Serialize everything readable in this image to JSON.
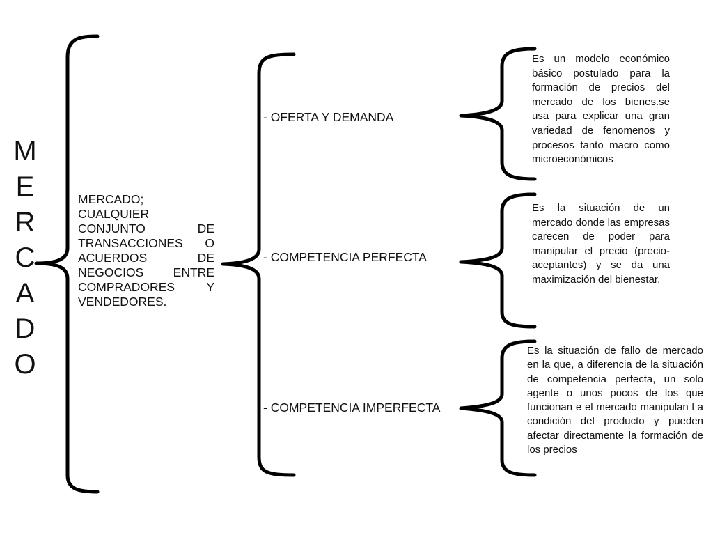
{
  "title_letters": [
    "M",
    "E",
    "R",
    "C",
    "A",
    "D",
    "O"
  ],
  "definition": "MERCADO; CUALQUIER CONJUNTO DE TRANSACCIONES O ACUERDOS DE NEGOCIOS ENTRE COMPRADORES Y VENDEDORES.",
  "branches": [
    {
      "label": "- OFERTA Y DEMANDA",
      "description": "Es un modelo económico básico postulado para la formación de precios del mercado de los bienes.se usa para explicar una gran variedad de fenomenos y procesos tanto macro como microeconómicos"
    },
    {
      "label": "- COMPETENCIA PERFECTA",
      "description": "Es la situación de un mercado donde las empresas carecen de poder para manipular el precio (precio-aceptantes) y se da una maximización del bienestar."
    },
    {
      "label": "- COMPETENCIA IMPERFECTA",
      "description": "Es la situación de fallo de mercado en la que, a diferencia de la situación de competencia perfecta, un solo agente o unos pocos de los que funcionan e el mercado manipulan l a condición del producto y pueden afectar directamente la formación de los precios"
    }
  ]
}
